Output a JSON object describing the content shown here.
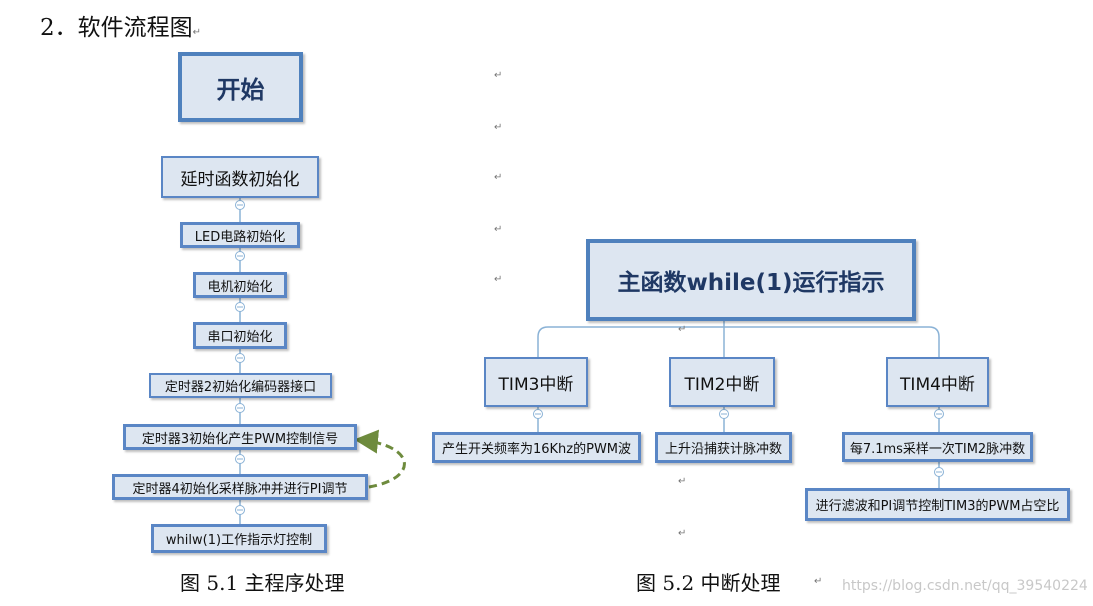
{
  "heading": "2．软件流程图",
  "return_mark": "↵",
  "left_flow": {
    "start": "开始",
    "steps": [
      "延时函数初始化",
      "LED电路初始化",
      "电机初始化",
      "串口初始化",
      "定时器2初始化编码器接口",
      "定时器3初始化产生PWM控制信号",
      "定时器4初始化采样脉冲并进行PI调节",
      "whilw(1)工作指示灯控制"
    ],
    "caption": "图 5.1  主程序处理"
  },
  "right_tree": {
    "root": "主函数while(1)运行指示",
    "branches": [
      {
        "label": "TIM3中断",
        "children": [
          "产生开关频率为16Khz的PWM波"
        ]
      },
      {
        "label": "TIM2中断",
        "children": [
          "上升沿捕获计脉冲数"
        ]
      },
      {
        "label": "TIM4中断",
        "children": [
          "每7.1ms采样一次TIM2脉冲数",
          "进行滤波和PI调节控制TIM3的PWM占空比"
        ]
      }
    ],
    "caption": "图 5.2  中断处理"
  },
  "watermark": "https://blog.csdn.net/qq_39540224",
  "colors": {
    "node_fill": "#dde6f1",
    "node_border": "#4f81bd",
    "connector": "#8ab2d6",
    "loop_arrow": "#6e8b3d"
  }
}
